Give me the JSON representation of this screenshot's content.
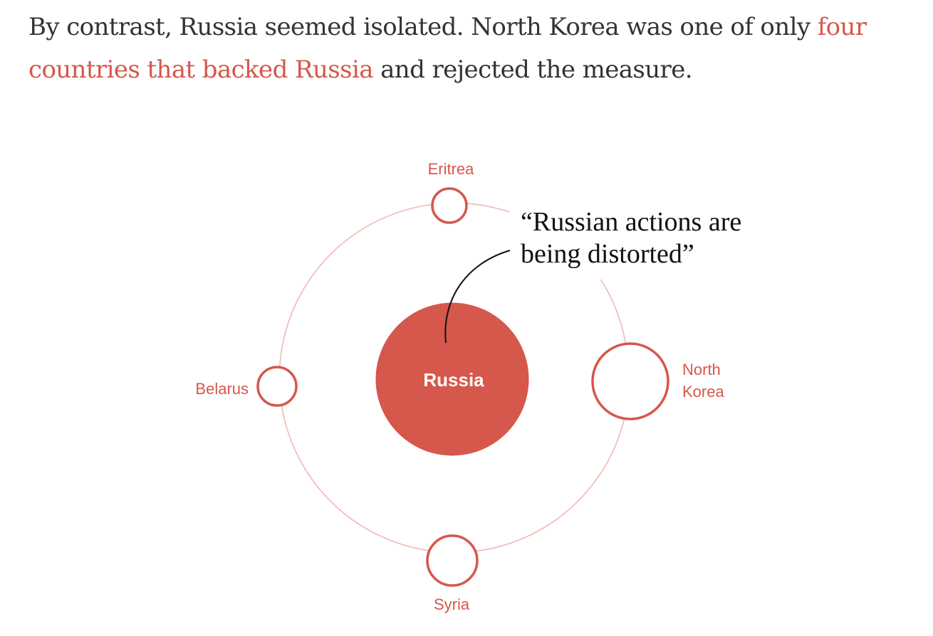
{
  "article": {
    "text_before": "By contrast, Russia seemed isolated. North Korea was one of only ",
    "link_text": "four countries that backed Russia",
    "text_after": " and rejected the measure."
  },
  "diagram": {
    "center": {
      "label": "Russia"
    },
    "satellites": [
      {
        "id": "eritrea",
        "label_lines": [
          "Eritrea"
        ]
      },
      {
        "id": "north-korea",
        "label_lines": [
          "North",
          "Korea"
        ]
      },
      {
        "id": "syria",
        "label_lines": [
          "Syria"
        ]
      },
      {
        "id": "belarus",
        "label_lines": [
          "Belarus"
        ]
      }
    ],
    "quote": {
      "lines": [
        "“Russian actions are",
        "being distorted”"
      ]
    }
  },
  "colors": {
    "accent": "#d6574b",
    "orbit": "#f0b9b3",
    "body_text": "#333333",
    "quote_text": "#111111",
    "center_label": "#ffffff",
    "background": "#ffffff"
  }
}
